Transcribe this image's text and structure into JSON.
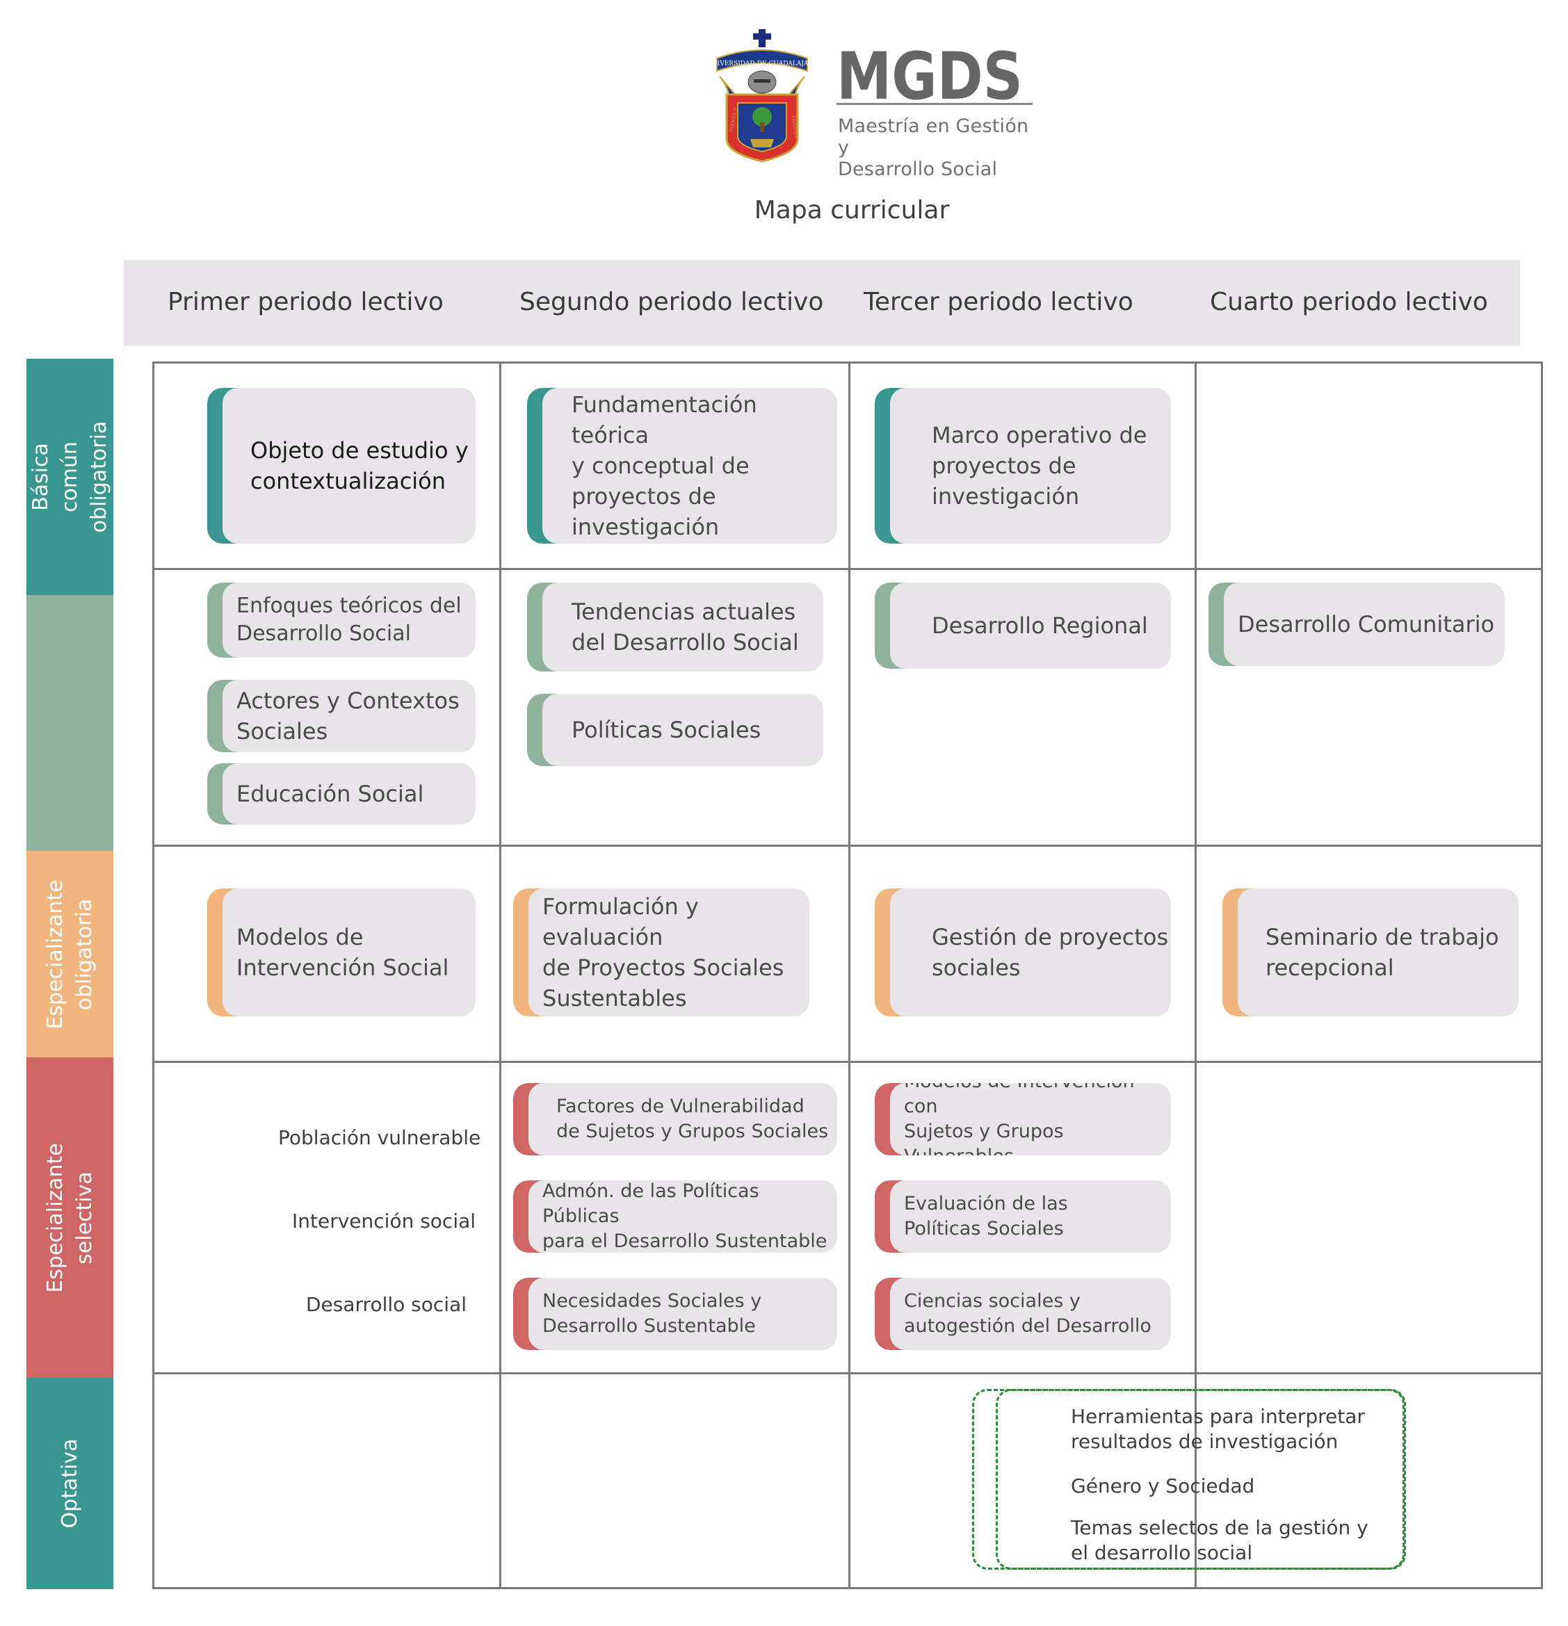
{
  "logo": {
    "university_name": "UNIVERSIDAD DE GUADALAJARA",
    "shield_motto_left": "PIENSA Y",
    "shield_motto_right": "TRABAJA",
    "acronym": "MGDS",
    "program_name": "Maestría en Gestión y\nDesarrollo Social"
  },
  "title": "Mapa curricular",
  "periods": [
    "Primer periodo lectivo",
    "Segundo periodo lectivo",
    "Tercer  periodo lectivo",
    "Cuarto periodo lectivo"
  ],
  "areas": [
    {
      "label": "Básica común\nobligatoria",
      "color": "#3a9691"
    },
    {
      "label": "",
      "color": "#8eb29b"
    },
    {
      "label": "Especializante\nobligatoria",
      "color": "#f0b67e"
    },
    {
      "label": "Especializante\nselectiva",
      "color": "#cf6565"
    },
    {
      "label": "Optativa",
      "color": "#3a9691"
    }
  ],
  "courses": {
    "basica": [
      "Objeto de estudio y\ncontextualización",
      "Fundamentación teórica\ny conceptual de\nproyectos de\ninvestigación",
      "Marco operativo de\nproyectos de\ninvestigación"
    ],
    "sin_etiqueta": [
      "Enfoques teóricos del\nDesarrollo Social",
      "Actores y Contextos\nSociales",
      "Educación Social",
      "Tendencias actuales\ndel Desarrollo Social",
      "Políticas Sociales",
      "Desarrollo Regional",
      "Desarrollo Comunitario"
    ],
    "especializante_obligatoria": [
      "Modelos de\nIntervención Social",
      "Formulación y evaluación\nde Proyectos Sociales\nSustentables",
      "Gestión de proyectos\nsociales",
      "Seminario de trabajo\nrecepcional"
    ],
    "especializante_selectiva": [
      "Factores de Vulnerabilidad\nde Sujetos y Grupos Sociales",
      "Admón. de las Políticas Públicas\npara el Desarrollo Sustentable",
      "Necesidades Sociales y\nDesarrollo Sustentable",
      "Modelos de Intervención con\nSujetos y Grupos Vulnerables",
      "Evaluación de las\nPolíticas Sociales",
      "Ciencias sociales y\nautogestión del Desarrollo"
    ]
  },
  "lines": [
    "Población vulnerable",
    "Intervención social",
    "Desarrollo social"
  ],
  "optativas": [
    "Herramientas para interpretar\nresultados de investigación",
    "Género y Sociedad",
    "Temas selectos de la gestión y\nel desarrollo social"
  ]
}
